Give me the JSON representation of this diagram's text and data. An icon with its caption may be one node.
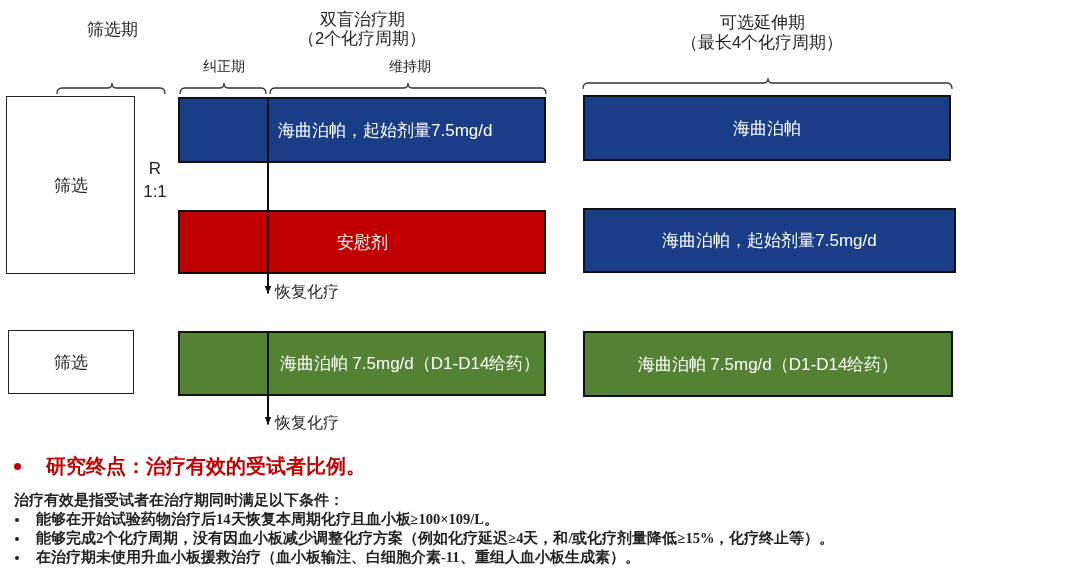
{
  "diagram": {
    "nodes": [
      {
        "text": [
          "筛选"
        ]
      },
      {
        "text": [
          "海曲泊帕，起始剂量7.5mg/d"
        ]
      },
      {
        "text": [
          "海曲泊帕"
        ]
      },
      {
        "text": [
          "安慰剂"
        ]
      },
      {
        "text": [
          "海曲泊帕，起始剂量7.5mg/d"
        ]
      },
      {
        "text": [
          "恢复化疗"
        ]
      },
      {
        "text": [
          "筛选"
        ]
      },
      {
        "text": [
          "海曲泊帕 7.5mg/d（D1-D14给药）"
        ]
      },
      {
        "text": [
          "海曲泊帕 7.5mg/d（D1-D14给药）"
        ]
      },
      {
        "text": [
          "恢复化疗"
        ]
      }
    ],
    "edges": [
      {
        "from": 1,
        "to": 3,
        "arrow": "none"
      },
      {
        "from": 3,
        "to": 5,
        "arrow": "to"
      },
      {
        "from": 7,
        "to": 9,
        "arrow": "to"
      }
    ],
    "labels": [
      "筛选期",
      "双盲治疗期（2个化疗周期）",
      "可选延伸期（最长4个化疗周期）",
      "纠正期",
      "维持期",
      "R 1:1",
      "研究终点：治疗有效的受试者比例。",
      "治疗有效是指受试者在治疗期同时满足以下条件：",
      "能够在开始试验药物治疗后14天恢复本周期化疗且血小板≥100×109/L。",
      "能够完成2个化疗周期，没有因血小板减少调整化疗方案（例如化疗延迟≥4天，和/或化疗剂量降低≥15%，化疗终止等）。",
      "在治疗期未使用升血小板援救治疗（血小板输注、白细胞介素-11、重组人血小板生成素）。"
    ]
  }
}
